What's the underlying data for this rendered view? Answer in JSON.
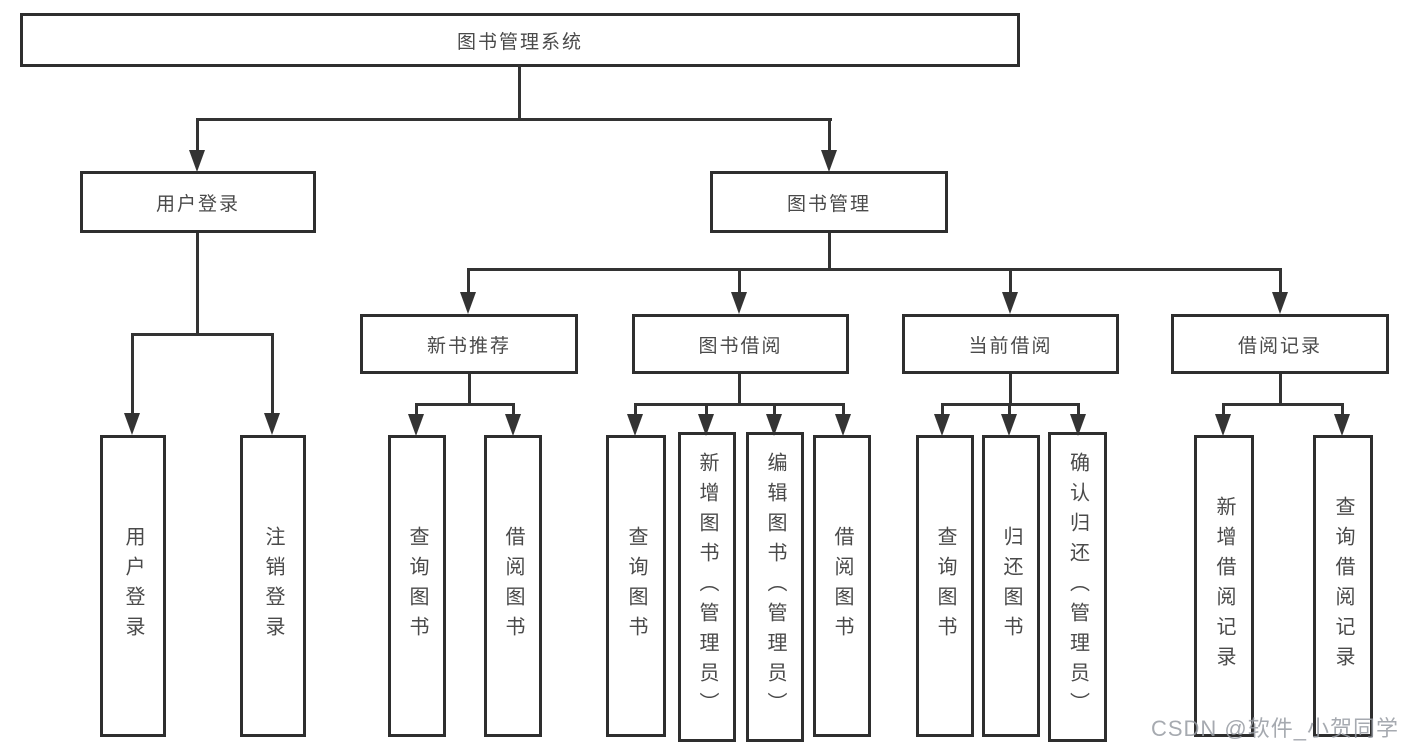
{
  "colors": {
    "box_border": "#2e2e2e",
    "connector_line": "#333333",
    "node_text": "#4a4a4a",
    "watermark_text": "#969ba2",
    "background": "#ffffff"
  },
  "nodes": {
    "root": "图书管理系统",
    "user_login": "用户登录",
    "book_mgmt": "图书管理",
    "new_book_rec": "新书推荐",
    "book_borrow": "图书借阅",
    "current_borrow": "当前借阅",
    "borrow_records": "借阅记录",
    "leaf_user_login": "用户登录",
    "leaf_logout": "注销登录",
    "leaf_rec_query": "查询图书",
    "leaf_rec_borrow": "借阅图书",
    "leaf_bb_query": "查询图书",
    "leaf_bb_add": "新增图书（管理员）",
    "leaf_bb_edit": "编辑图书（管理员）",
    "leaf_bb_borrow": "借阅图书",
    "leaf_cb_query": "查询图书",
    "leaf_cb_return": "归还图书",
    "leaf_cb_confirm": "确认归还（管理员）",
    "leaf_br_add": "新增借阅记录",
    "leaf_br_query": "查询借阅记录"
  },
  "hierarchy": {
    "图书管理系统": {
      "用户登录": [
        "用户登录",
        "注销登录"
      ],
      "图书管理": {
        "新书推荐": [
          "查询图书",
          "借阅图书"
        ],
        "图书借阅": [
          "查询图书",
          "新增图书（管理员）",
          "编辑图书（管理员）",
          "借阅图书"
        ],
        "当前借阅": [
          "查询图书",
          "归还图书",
          "确认归还（管理员）"
        ],
        "借阅记录": [
          "新增借阅记录",
          "查询借阅记录"
        ]
      }
    }
  },
  "watermark": "CSDN @软件_小贺同学"
}
